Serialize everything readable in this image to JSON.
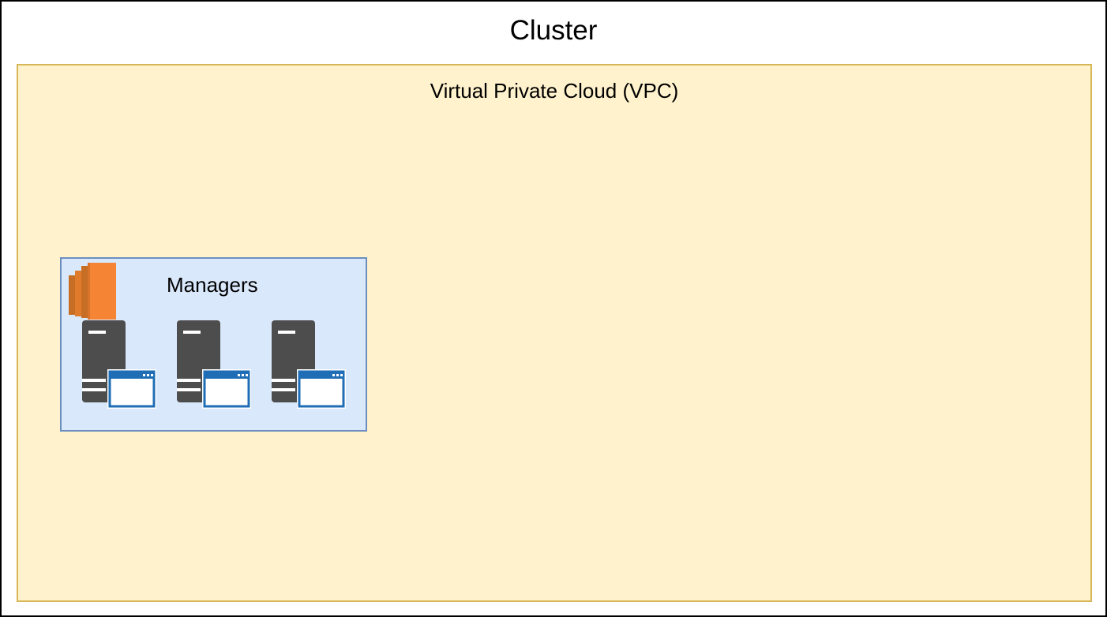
{
  "diagram": {
    "cluster": {
      "title": "Cluster"
    },
    "vpc": {
      "title": "Virtual Private Cloud (VPC)"
    },
    "managers": {
      "title": "Managers",
      "group_icon": "aws-ec2-icon",
      "servers": [
        {
          "icon": "server-icon"
        },
        {
          "icon": "server-icon"
        },
        {
          "icon": "server-icon"
        }
      ]
    }
  },
  "colors": {
    "cluster_border": "#000000",
    "vpc_fill": "#fff2cc",
    "vpc_border": "#d6b656",
    "managers_fill": "#dae8fc",
    "managers_border": "#6c8ebf",
    "ec2_orange": "#f58534",
    "server_gray": "#4d4d4d",
    "window_blue": "#1f6eb5"
  }
}
